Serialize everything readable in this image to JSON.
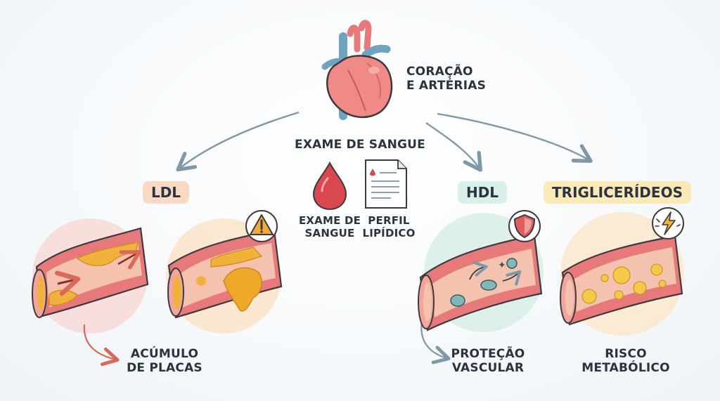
{
  "heart": {
    "title_line1": "CORAÇÃO",
    "title_line2": "E ARTÉRIAS"
  },
  "blood_test": {
    "title": "EXAME DE SANGUE",
    "drop_label_line1": "EXAME DE",
    "drop_label_line2": "SANGUE",
    "doc_label_line1": "PERFIL",
    "doc_label_line2": "LIPÍDICO"
  },
  "ldl": {
    "tag": "LDL",
    "caption_line1": "ACÚMULO",
    "caption_line2": "DE PLACAS",
    "tag_color": "#fbd9c2"
  },
  "hdl": {
    "tag": "HDL",
    "caption_line1": "PROTEÇÃO",
    "caption_line2": "VASCULAR",
    "tag_color": "#d9efe9"
  },
  "trig": {
    "tag": "TRIGLICERÍDEOS",
    "caption_line1": "RISCO",
    "caption_line2": "METABÓLICO",
    "tag_color": "#fbe9b8"
  },
  "icons": [
    "heart-icon",
    "blood-drop-icon",
    "lipid-report-icon",
    "warning-icon",
    "shield-icon",
    "lightning-icon"
  ],
  "colors": {
    "vessel_wall": "#e8797a",
    "vessel_inner": "#f3b3a8",
    "plaque": "#f0b23a",
    "arrow": "#7f98a8"
  }
}
